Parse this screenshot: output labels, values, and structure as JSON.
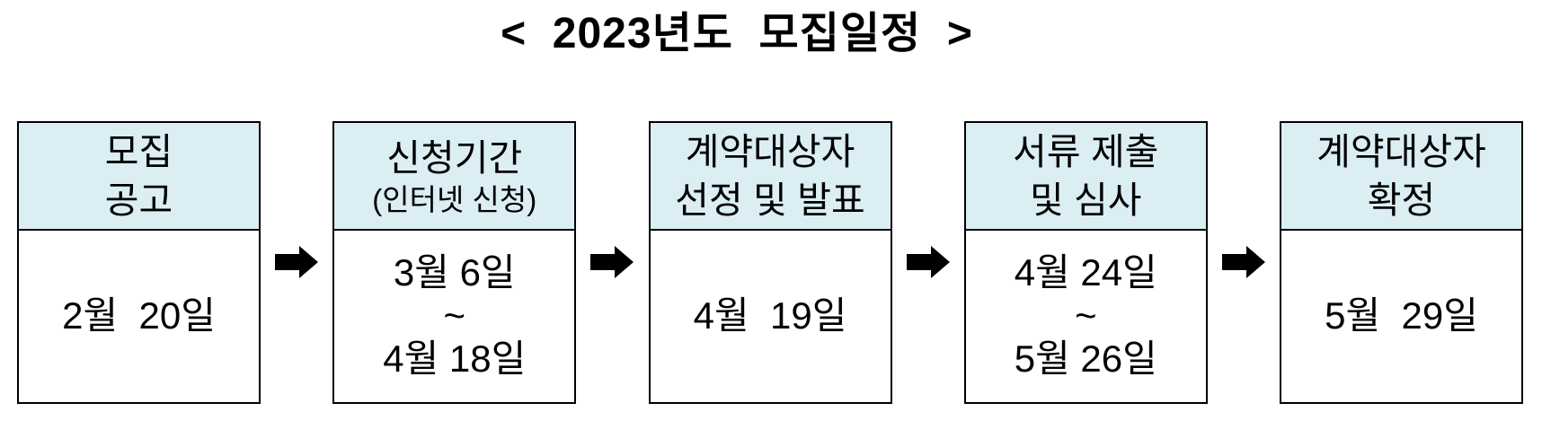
{
  "title": "<  2023년도  모집일정  >",
  "steps": [
    {
      "header": "모집\n공고",
      "body": "2월  20일"
    },
    {
      "header": "신청기간",
      "header_sub": "(인터넷 신청)",
      "body": "3월 6일\n~\n4월 18일"
    },
    {
      "header": "계약대상자\n선정 및 발표",
      "body": "4월  19일"
    },
    {
      "header": "서류 제출\n및 심사",
      "body": "4월 24일\n~\n5월 26일"
    },
    {
      "header": "계약대상자\n확정",
      "body": "5월  29일"
    }
  ],
  "icons": {
    "flow_arrow": "right-block-arrow"
  },
  "colors": {
    "header_bg": "#daeef3",
    "border": "#000000",
    "text": "#000000",
    "arrow": "#000000"
  }
}
